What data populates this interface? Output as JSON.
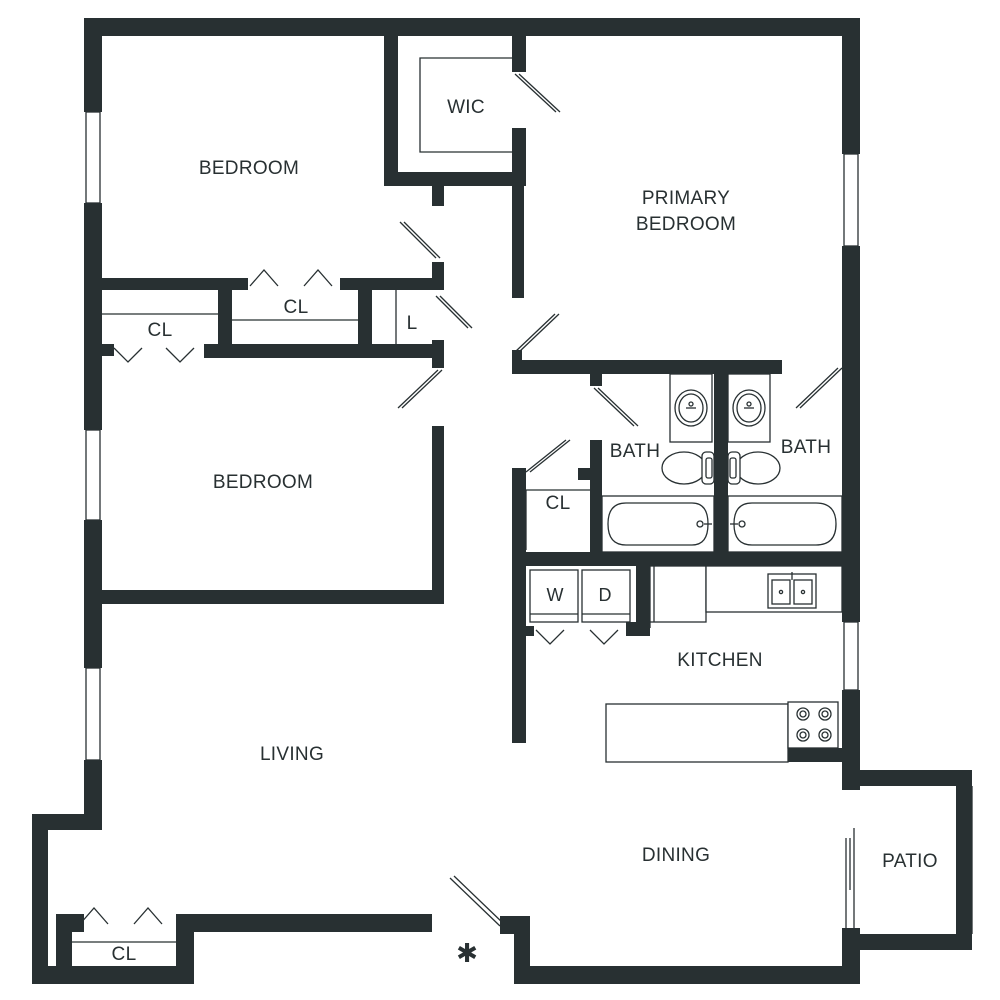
{
  "rooms": {
    "bedroom_top": "BEDROOM",
    "wic": "WIC",
    "primary_bedroom_line1": "PRIMARY",
    "primary_bedroom_line2": "BEDROOM",
    "closet_right": "CL",
    "closet_left": "CL",
    "linen": "L",
    "bedroom_mid": "BEDROOM",
    "bath_left": "BATH",
    "bath_right": "BATH",
    "hall_closet": "CL",
    "washer": "W",
    "dryer": "D",
    "kitchen": "KITCHEN",
    "living": "LIVING",
    "dining": "DINING",
    "patio": "PATIO",
    "entry_closet": "CL"
  },
  "entry_marker": "✱",
  "colors": {
    "wall": "#283032",
    "background": "#ffffff"
  }
}
